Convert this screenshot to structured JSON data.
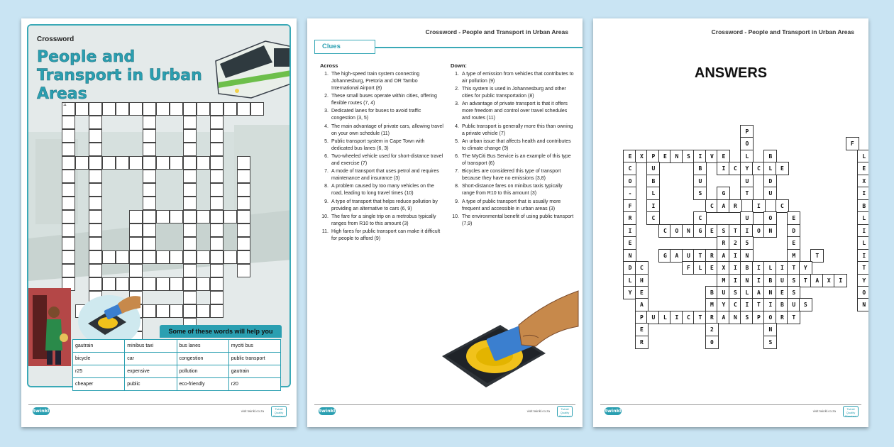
{
  "page1": {
    "subtitle": "Crossword",
    "title": "People and Transport in Urban Areas",
    "word_bank_title": "Some of these words will help you",
    "word_bank": [
      [
        "gautrain",
        "minibus taxi",
        "bus lanes",
        "myciti bus"
      ],
      [
        "bicycle",
        "car",
        "congestion",
        "public transport"
      ],
      [
        "r25",
        "expensive",
        "pollution",
        "gautrain"
      ],
      [
        "cheaper",
        "public",
        "eco-friendly",
        "r20"
      ]
    ]
  },
  "header": "Crossword - People and Transport in Urban Areas",
  "page2": {
    "clues_label": "Clues",
    "across_label": "Across",
    "down_label": "Down:",
    "across": [
      {
        "n": "1.",
        "t": "The high-speed train system connecting Johannesburg, Pretoria and OR Tambo International Airport (8)"
      },
      {
        "n": "2.",
        "t": "These small buses operate within cities, offering flexible routes (7, 4)"
      },
      {
        "n": "3.",
        "t": "Dedicated lanes for buses to avoid traffic congestion (3, 5)"
      },
      {
        "n": "4.",
        "t": "The main advantage of private cars, allowing travel on your own schedule (11)"
      },
      {
        "n": "5.",
        "t": "Public transport system in Cape Town with dedicated bus lanes (6, 3)"
      },
      {
        "n": "6.",
        "t": "Two-wheeled vehicle used for short-distance travel and exercise (7)"
      },
      {
        "n": "7.",
        "t": "A mode of transport that uses petrol and requires maintenance and insurance (3)"
      },
      {
        "n": "8.",
        "t": "A problem caused by too many vehicles on the road, leading to long travel times (10)"
      },
      {
        "n": "9.",
        "t": "A type of transport that helps reduce pollution by providing an alternative to cars (6, 9)"
      },
      {
        "n": "10.",
        "t": "The fare for a single trip on a metrobus typically ranges from R10 to this amount (3)"
      },
      {
        "n": "11.",
        "t": "High fares for public transport can make it difficult for people to afford (9)"
      }
    ],
    "down": [
      {
        "n": "1.",
        "t": "A type of emission from vehicles that contributes to air pollution (9)"
      },
      {
        "n": "2.",
        "t": "This system is used in Johannesburg and other cities for public transportation (8)"
      },
      {
        "n": "3.",
        "t": "An advantage of private transport is that it offers more freedom and control over travel schedules and routes (11)"
      },
      {
        "n": "4.",
        "t": "Public transport is generally more this than owning a private vehicle (7)"
      },
      {
        "n": "5.",
        "t": "An urban issue that affects health and contributes to climate change (9)"
      },
      {
        "n": "6.",
        "t": "The MyCiti Bus Service is an example of this type of transport (6)"
      },
      {
        "n": "7.",
        "t": "Bicycles are considered this type of transport because they have no emissions (3,8)"
      },
      {
        "n": "8.",
        "t": "Short-distance fares on minibus taxis typically range from R10 to this amount (3)"
      },
      {
        "n": "9.",
        "t": "A type of public transport that is usually more frequent and accessible in urban areas (3)"
      },
      {
        "n": "10.",
        "t": "The environmental benefit of using public transport (7,9)"
      }
    ]
  },
  "page3": {
    "answers_title": "ANSWERS"
  },
  "footer": {
    "logo": "twinkl",
    "url": "visit twinkl.co.za",
    "badge": "Twinkl Quality Standard"
  },
  "colors": {
    "accent": "#2a9fb1",
    "background": "#c9e4f3"
  }
}
